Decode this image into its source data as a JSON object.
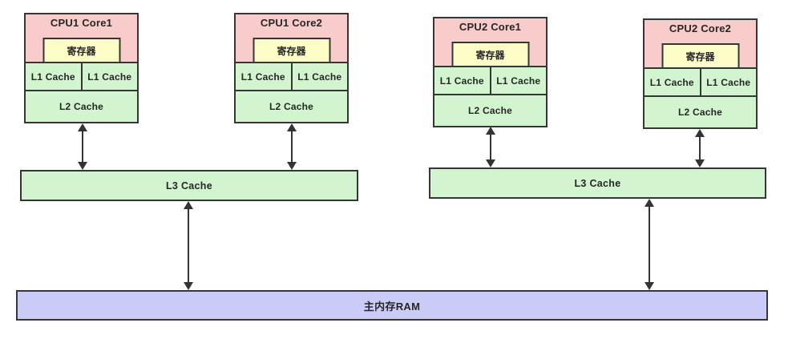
{
  "diagram": {
    "title_implicit": "CPU cache hierarchy",
    "colors": {
      "core_header_bg": "#f9cccc",
      "register_bg": "#fdfdc8",
      "cache_bg": "#d2f5d0",
      "ram_bg": "#cbcbf8",
      "border": "#363636",
      "text": "#262626",
      "arrow": "#333333"
    },
    "cores": [
      {
        "title": "CPU1 Core1",
        "register": "寄存器",
        "l1_left": "L1 Cache",
        "l1_right": "L1 Cache",
        "l2": "L2 Cache"
      },
      {
        "title": "CPU1 Core2",
        "register": "寄存器",
        "l1_left": "L1 Cache",
        "l1_right": "L1 Cache",
        "l2": "L2 Cache"
      },
      {
        "title": "CPU2 Core1",
        "register": "寄存器",
        "l1_left": "L1 Cache",
        "l1_right": "L1 Cache",
        "l2": "L2 Cache"
      },
      {
        "title": "CPU2 Core2",
        "register": "寄存器",
        "l1_left": "L1 Cache",
        "l1_right": "L1 Cache",
        "l2": "L2 Cache"
      }
    ],
    "l3": [
      {
        "label": "L3 Cache"
      },
      {
        "label": "L3 Cache"
      }
    ],
    "ram": {
      "label": "主内存RAM"
    },
    "connectors": [
      {
        "from": "CPU1 Core1 L2 Cache",
        "to": "L3 Cache (CPU1)",
        "style": "double-arrow"
      },
      {
        "from": "CPU1 Core2 L2 Cache",
        "to": "L3 Cache (CPU1)",
        "style": "double-arrow"
      },
      {
        "from": "CPU2 Core1 L2 Cache",
        "to": "L3 Cache (CPU2)",
        "style": "double-arrow"
      },
      {
        "from": "CPU2 Core2 L2 Cache",
        "to": "L3 Cache (CPU2)",
        "style": "double-arrow"
      },
      {
        "from": "L3 Cache (CPU1)",
        "to": "主内存RAM",
        "style": "double-arrow"
      },
      {
        "from": "L3 Cache (CPU2)",
        "to": "主内存RAM",
        "style": "double-arrow"
      }
    ]
  }
}
